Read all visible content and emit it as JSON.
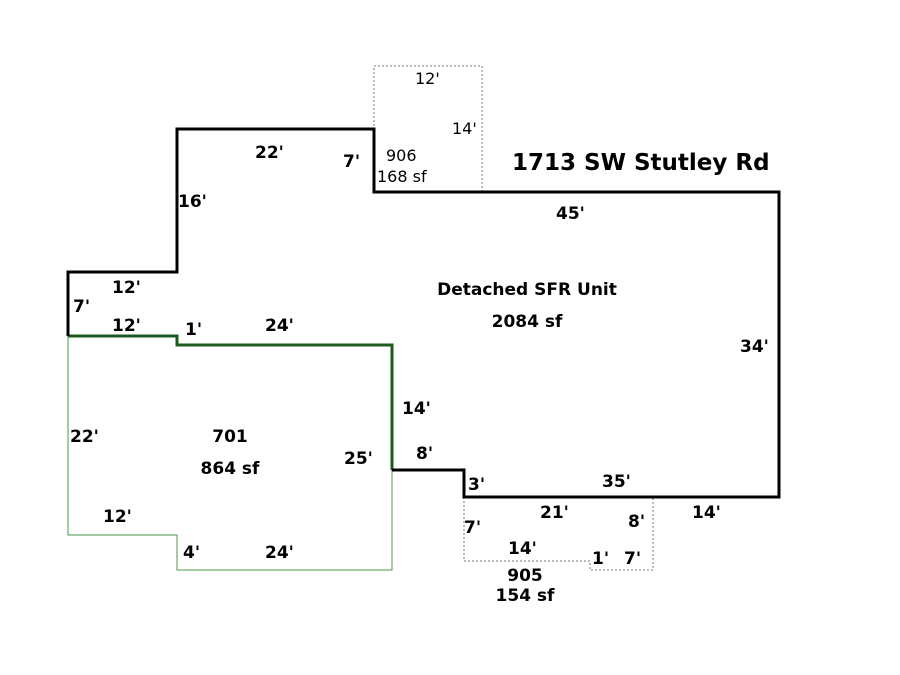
{
  "address": "1713 SW Stutley Rd",
  "colors": {
    "main_outline": "#000000",
    "garage_outline": "#1e5a1e",
    "garage_thin": "#4a9a4a",
    "dashed": "#777777"
  },
  "main_area": {
    "name": "Detached SFR Unit",
    "area": "2084 sf",
    "dims": [
      "22'",
      "7'",
      "16'",
      "45'",
      "12'",
      "7'",
      "12'",
      "1'",
      "24'",
      "34'",
      "14'",
      "8'",
      "3'",
      "35'",
      "14'",
      "25'"
    ]
  },
  "garage": {
    "code": "701",
    "area": "864 sf",
    "dims": [
      "22'",
      "12'",
      "4'",
      "24'"
    ]
  },
  "area_906": {
    "code": "906",
    "area": "168 sf",
    "dims": [
      "12'",
      "14'"
    ]
  },
  "area_905": {
    "code": "905",
    "area": "154 sf",
    "dims": [
      "21'",
      "7'",
      "14'",
      "8'",
      "1'",
      "7'"
    ]
  }
}
